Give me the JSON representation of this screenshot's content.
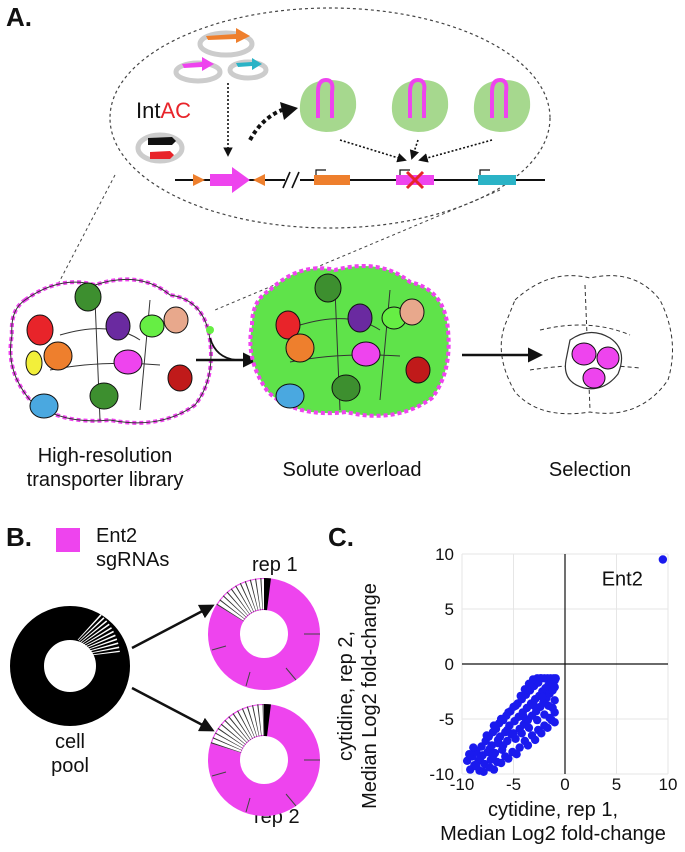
{
  "panels": {
    "a": {
      "label": "A.",
      "intac": {
        "int": "Int",
        "ac": "AC"
      },
      "captions": {
        "library": [
          "High-resolution",
          "transporter library"
        ],
        "overload": "Solute overload",
        "selection": "Selection"
      }
    },
    "b": {
      "label": "B.",
      "legend": [
        "Ent2",
        "sgRNAs"
      ],
      "pool": [
        "cell",
        "pool"
      ],
      "rep1": "rep 1",
      "rep2": "rep 2"
    },
    "c": {
      "label": "C."
    }
  },
  "colors": {
    "magenta": "#ee44ee",
    "green": "#66ee44",
    "blue": "#1a1aee",
    "red": "#e8242a",
    "orange": "#ee7f2d",
    "teal": "#2bb3c6"
  },
  "chart_data": {
    "type": "scatter",
    "xlabel": [
      "cytidine, rep 1,",
      "Median Log2 fold-change"
    ],
    "ylabel": [
      "cytidine, rep 2,",
      "Median Log2 fold-change"
    ],
    "xlim": [
      -10,
      10
    ],
    "ylim": [
      -10,
      10
    ],
    "xticks": [
      -10,
      -5,
      0,
      5,
      10
    ],
    "yticks": [
      10,
      5,
      0,
      -5,
      -10
    ],
    "grid": true,
    "annotation": {
      "text": "Ent2",
      "x": 9.5,
      "y": 9.5
    },
    "series": [
      {
        "name": "Ent2",
        "points": [
          [
            9.5,
            9.5
          ]
        ]
      },
      {
        "points": [
          [
            -9.5,
            -8.8
          ],
          [
            -9.2,
            -9.6
          ],
          [
            -9.0,
            -8.4
          ],
          [
            -8.8,
            -9.2
          ],
          [
            -8.6,
            -7.9
          ],
          [
            -8.4,
            -8.8
          ],
          [
            -8.3,
            -9.7
          ],
          [
            -8.1,
            -7.5
          ],
          [
            -8.0,
            -8.3
          ],
          [
            -7.8,
            -9.1
          ],
          [
            -7.7,
            -7.0
          ],
          [
            -7.5,
            -8.0
          ],
          [
            -7.4,
            -6.6
          ],
          [
            -7.2,
            -8.7
          ],
          [
            -7.1,
            -7.4
          ],
          [
            -7.0,
            -6.2
          ],
          [
            -6.8,
            -8.1
          ],
          [
            -6.7,
            -5.9
          ],
          [
            -6.5,
            -7.2
          ],
          [
            -6.4,
            -5.4
          ],
          [
            -6.3,
            -6.6
          ],
          [
            -6.1,
            -7.8
          ],
          [
            -6.0,
            -5.1
          ],
          [
            -5.8,
            -6.2
          ],
          [
            -5.7,
            -4.7
          ],
          [
            -5.6,
            -7.0
          ],
          [
            -5.4,
            -5.6
          ],
          [
            -5.3,
            -4.3
          ],
          [
            -5.2,
            -6.4
          ],
          [
            -5.0,
            -3.9
          ],
          [
            -4.9,
            -5.2
          ],
          [
            -4.8,
            -6.8
          ],
          [
            -4.6,
            -3.6
          ],
          [
            -4.5,
            -4.8
          ],
          [
            -4.4,
            -5.9
          ],
          [
            -4.2,
            -3.2
          ],
          [
            -4.1,
            -4.4
          ],
          [
            -4.0,
            -5.5
          ],
          [
            -3.8,
            -2.8
          ],
          [
            -3.7,
            -4.0
          ],
          [
            -3.6,
            -5.1
          ],
          [
            -3.4,
            -2.4
          ],
          [
            -3.3,
            -3.6
          ],
          [
            -3.2,
            -4.7
          ],
          [
            -3.0,
            -2.0
          ],
          [
            -2.9,
            -3.2
          ],
          [
            -2.8,
            -4.3
          ],
          [
            -2.6,
            -1.7
          ],
          [
            -2.5,
            -2.9
          ],
          [
            -2.4,
            -3.9
          ],
          [
            -2.3,
            -1.3
          ],
          [
            -2.2,
            -2.5
          ],
          [
            -2.1,
            -3.5
          ],
          [
            -2.0,
            -1.3
          ],
          [
            -1.9,
            -2.2
          ],
          [
            -1.8,
            -3.1
          ],
          [
            -1.7,
            -1.3
          ],
          [
            -1.6,
            -1.9
          ],
          [
            -1.5,
            -2.7
          ],
          [
            -1.4,
            -1.3
          ],
          [
            -1.3,
            -1.7
          ],
          [
            -1.2,
            -2.4
          ],
          [
            -1.1,
            -1.3
          ],
          [
            -1.0,
            -1.5
          ],
          [
            -1.0,
            -2.1
          ],
          [
            -1.0,
            -3.3
          ],
          [
            -1.0,
            -4.4
          ],
          [
            -1.0,
            -5.3
          ],
          [
            -0.9,
            -1.3
          ],
          [
            -1.2,
            -4.0
          ],
          [
            -1.5,
            -4.9
          ],
          [
            -2.0,
            -5.6
          ],
          [
            -2.6,
            -6.0
          ],
          [
            -3.2,
            -6.5
          ],
          [
            -3.9,
            -7.0
          ],
          [
            -4.4,
            -7.6
          ],
          [
            -5.1,
            -8.0
          ],
          [
            -5.8,
            -8.4
          ],
          [
            -6.6,
            -8.9
          ],
          [
            -7.3,
            -9.4
          ],
          [
            -7.9,
            -9.8
          ],
          [
            -6.9,
            -9.6
          ],
          [
            -6.2,
            -9.0
          ],
          [
            -5.5,
            -8.6
          ],
          [
            -4.7,
            -8.2
          ],
          [
            -3.6,
            -7.4
          ],
          [
            -2.9,
            -6.9
          ],
          [
            -2.3,
            -6.3
          ],
          [
            -1.7,
            -5.8
          ],
          [
            -1.3,
            -5.1
          ],
          [
            -8.7,
            -8.0
          ],
          [
            -8.9,
            -7.6
          ],
          [
            -9.3,
            -8.2
          ],
          [
            -7.6,
            -6.5
          ],
          [
            -6.9,
            -5.6
          ],
          [
            -6.2,
            -5.0
          ],
          [
            -5.5,
            -4.4
          ],
          [
            -4.8,
            -3.8
          ],
          [
            -4.3,
            -2.9
          ],
          [
            -3.9,
            -2.3
          ],
          [
            -3.5,
            -1.8
          ],
          [
            -3.1,
            -1.4
          ],
          [
            -2.7,
            -1.3
          ],
          [
            -2.4,
            -1.3
          ],
          [
            -4.2,
            -6.3
          ],
          [
            -3.5,
            -5.8
          ],
          [
            -2.7,
            -5.1
          ],
          [
            -2.0,
            -4.6
          ],
          [
            -1.6,
            -3.8
          ],
          [
            -5.6,
            -6.0
          ],
          [
            -6.5,
            -6.9
          ],
          [
            -7.3,
            -7.7
          ],
          [
            -8.2,
            -8.5
          ],
          [
            -8.6,
            -9.3
          ],
          [
            -7.0,
            -8.4
          ],
          [
            -6.0,
            -7.4
          ],
          [
            -5.0,
            -6.3
          ],
          [
            -4.0,
            -4.8
          ],
          [
            -3.0,
            -3.8
          ],
          [
            -2.2,
            -3.0
          ]
        ]
      }
    ]
  }
}
